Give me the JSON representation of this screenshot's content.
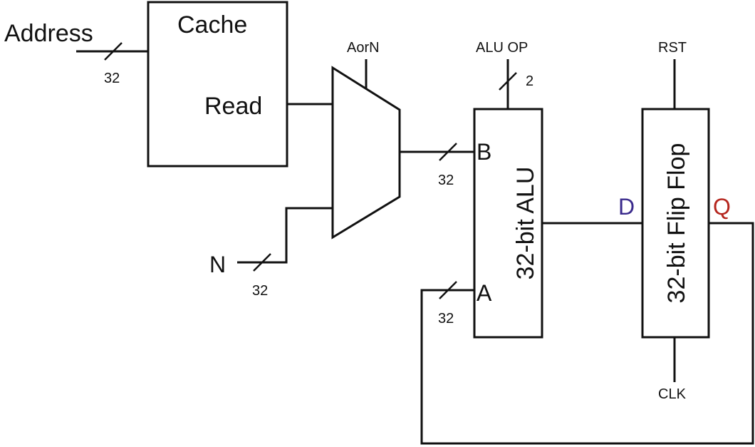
{
  "inputs": {
    "address_label": "Address",
    "address_width": "32",
    "n_label": "N",
    "n_width": "32"
  },
  "cache": {
    "title": "Cache",
    "port_read": "Read"
  },
  "mux": {
    "select_label": "AorN"
  },
  "alu": {
    "label": "32-bit ALU",
    "op_label": "ALU OP",
    "op_width": "2",
    "port_b": "B",
    "port_a": "A",
    "b_width": "32",
    "a_width": "32"
  },
  "flipflop": {
    "label": "32-bit Flip Flop",
    "port_d": "D",
    "port_q": "Q",
    "rst_label": "RST",
    "clk_label": "CLK"
  },
  "colors": {
    "wire": "#111111",
    "d_port": "#3a2a8c",
    "q_port": "#b5261e"
  }
}
